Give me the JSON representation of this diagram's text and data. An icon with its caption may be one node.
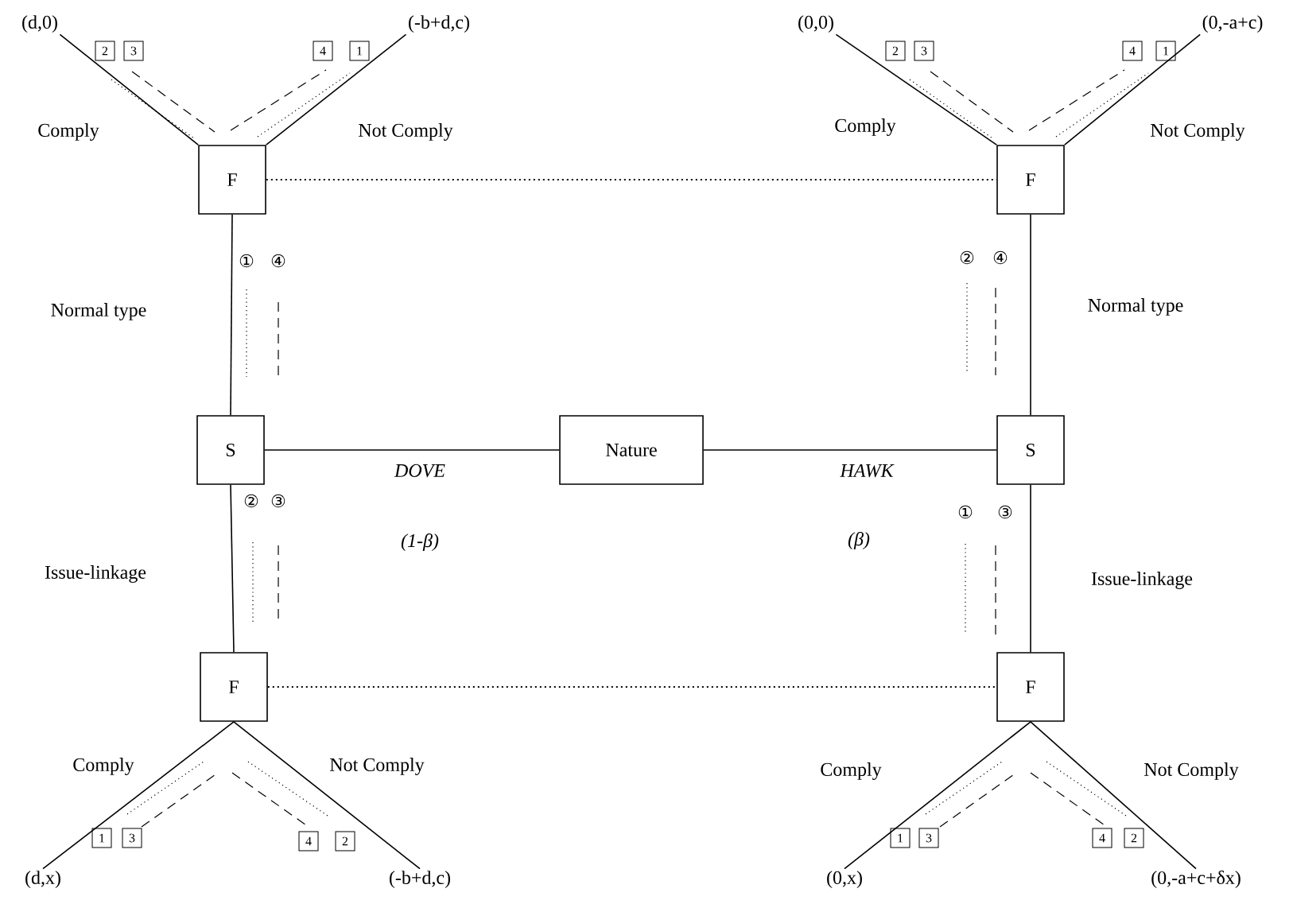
{
  "diagram": {
    "nodes": [
      {
        "text": [
          "(d,0)"
        ]
      },
      {
        "text": [
          "(-b+d,c)"
        ]
      },
      {
        "text": [
          "(0,0)"
        ]
      },
      {
        "text": [
          "(0,-a+c)"
        ]
      },
      {
        "text": [
          "2"
        ]
      },
      {
        "text": [
          "3"
        ]
      },
      {
        "text": [
          "4"
        ]
      },
      {
        "text": [
          "1"
        ]
      },
      {
        "text": [
          "2"
        ]
      },
      {
        "text": [
          "3"
        ]
      },
      {
        "text": [
          "4"
        ]
      },
      {
        "text": [
          "1"
        ]
      },
      {
        "text": [
          "F"
        ]
      },
      {
        "text": [
          "F"
        ]
      },
      {
        "text": [
          "S"
        ]
      },
      {
        "text": [
          "Nature"
        ]
      },
      {
        "text": [
          "S"
        ]
      },
      {
        "text": [
          "F"
        ]
      },
      {
        "text": [
          "F"
        ]
      },
      {
        "text": [
          "1"
        ]
      },
      {
        "text": [
          "3"
        ]
      },
      {
        "text": [
          "4"
        ]
      },
      {
        "text": [
          "2"
        ]
      },
      {
        "text": [
          "1"
        ]
      },
      {
        "text": [
          "3"
        ]
      },
      {
        "text": [
          "4"
        ]
      },
      {
        "text": [
          "2"
        ]
      },
      {
        "text": [
          "(d,x)"
        ]
      },
      {
        "text": [
          "(-b+d,c)"
        ]
      },
      {
        "text": [
          "(0,x)"
        ]
      },
      {
        "text": [
          "(0,-a+c+δx)"
        ]
      }
    ],
    "edges": [
      {
        "from": 15,
        "to": 14,
        "arrow": "none",
        "label": "DOVE"
      },
      {
        "from": 15,
        "to": 16,
        "arrow": "none",
        "label": "HAWK"
      },
      {
        "from": 14,
        "to": 12,
        "arrow": "none",
        "label": "Normal type"
      },
      {
        "from": 14,
        "to": 17,
        "arrow": "none",
        "label": "Issue-linkage"
      },
      {
        "from": 16,
        "to": 13,
        "arrow": "none",
        "label": "Normal type"
      },
      {
        "from": 16,
        "to": 18,
        "arrow": "none",
        "label": "Issue-linkage"
      },
      {
        "from": 12,
        "to": 0,
        "arrow": "none",
        "label": "Comply"
      },
      {
        "from": 12,
        "to": 1,
        "arrow": "none",
        "label": "Not Comply"
      },
      {
        "from": 13,
        "to": 2,
        "arrow": "none",
        "label": "Comply"
      },
      {
        "from": 13,
        "to": 3,
        "arrow": "none",
        "label": "Not Comply"
      },
      {
        "from": 17,
        "to": 27,
        "arrow": "none",
        "label": "Comply"
      },
      {
        "from": 17,
        "to": 28,
        "arrow": "none",
        "label": "Not Comply"
      },
      {
        "from": 18,
        "to": 29,
        "arrow": "none",
        "label": "Comply"
      },
      {
        "from": 18,
        "to": 30,
        "arrow": "none",
        "label": "Not Comply"
      },
      {
        "from": 12,
        "to": 13,
        "arrow": "none",
        "style": "dashed"
      },
      {
        "from": 17,
        "to": 18,
        "arrow": "none",
        "style": "dashed"
      }
    ],
    "labels": [
      "①",
      "④",
      "②",
      "④",
      "②",
      "③",
      "①",
      "③",
      "(1-β)",
      "(β)"
    ]
  }
}
